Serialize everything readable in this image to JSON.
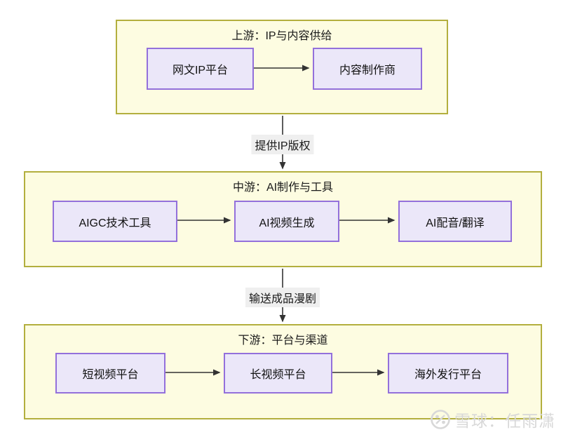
{
  "diagram": {
    "tiers": [
      {
        "title": "上游：IP与内容供给",
        "nodes": [
          "网文IP平台",
          "内容制作商"
        ]
      },
      {
        "title": "中游：AI制作与工具",
        "nodes": [
          "AIGC技术工具",
          "AI视频生成",
          "AI配音/翻译"
        ]
      },
      {
        "title": "下游：平台与渠道",
        "nodes": [
          "短视频平台",
          "长视频平台",
          "海外发行平台"
        ]
      }
    ],
    "flow_labels": [
      "提供IP版权",
      "输送成品漫剧"
    ]
  },
  "watermark": {
    "text": "雪球：任雨潇",
    "logo": "xueqiu-snowball-logo"
  },
  "colors": {
    "background": "#ffffff",
    "tier_fill": "#fdfce1",
    "tier_border": "#b3af3e",
    "node_fill": "#ebe7f9",
    "node_border": "#9370db",
    "arrow": "#333333",
    "flow_label_bg": "#efefef",
    "text": "#1a1a1a",
    "watermark": "#d8d8d8"
  }
}
